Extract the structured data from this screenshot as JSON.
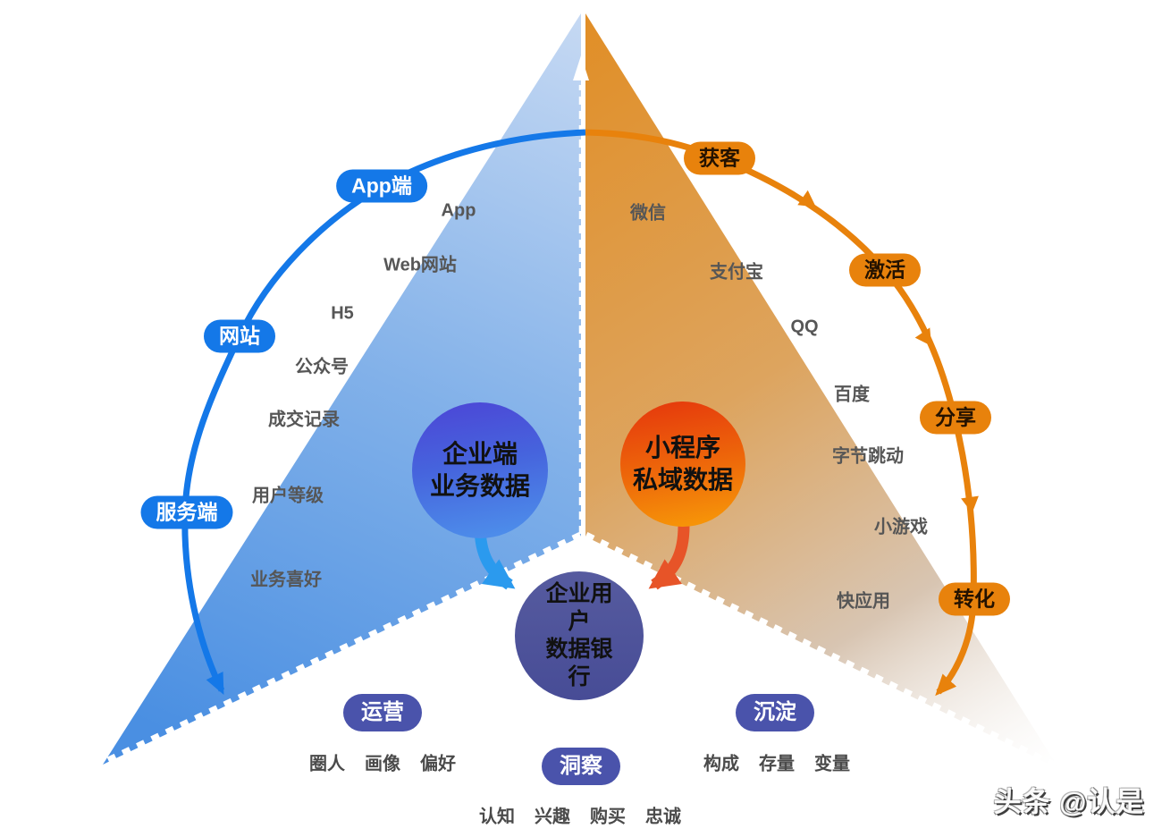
{
  "left_funnel": {
    "pills": [
      {
        "label": "App端"
      },
      {
        "label": "网站"
      },
      {
        "label": "服务端"
      }
    ],
    "labels": [
      "App",
      "Web网站",
      "H5",
      "公众号",
      "成交记录",
      "用户等级",
      "业务喜好"
    ],
    "circle_text": "企业端\n业务数据",
    "colors": {
      "pill": "#1478e8",
      "arc": "#1478e8",
      "triangle_top": "#c3d7f2",
      "triangle_bottom": "#4a8fe2",
      "circle_top": "#4c45d6",
      "circle_bottom": "#4e93ec",
      "arrow": "#2b9aee"
    }
  },
  "right_funnel": {
    "pills": [
      {
        "label": "获客"
      },
      {
        "label": "激活"
      },
      {
        "label": "分享"
      },
      {
        "label": "转化"
      }
    ],
    "labels": [
      "微信",
      "支付宝",
      "QQ",
      "百度",
      "字节跳动",
      "小游戏",
      "快应用"
    ],
    "circle_text": "小程序\n私域数据",
    "colors": {
      "pill": "#e8820c",
      "arc": "#e8820c",
      "triangle_top": "#e18e26",
      "triangle_fade": "#d8c5b2",
      "circle_top": "#e5360d",
      "circle_bottom": "#f89c08",
      "arrow": "#e75428"
    }
  },
  "center": {
    "bank_circle_text": "企业用\n户\n数据银\n行",
    "bank_color": "#4b5098"
  },
  "bottom": {
    "groups": [
      {
        "pill": "运营",
        "items": [
          "圈人",
          "画像",
          "偏好"
        ]
      },
      {
        "pill": "洞察",
        "items": [
          "认知",
          "兴趣",
          "购买",
          "忠诚"
        ]
      },
      {
        "pill": "沉淀",
        "items": [
          "构成",
          "存量",
          "变量"
        ]
      }
    ],
    "pill_color": "#4a53ab"
  },
  "brand": {
    "watermark": "头条 @认是"
  }
}
